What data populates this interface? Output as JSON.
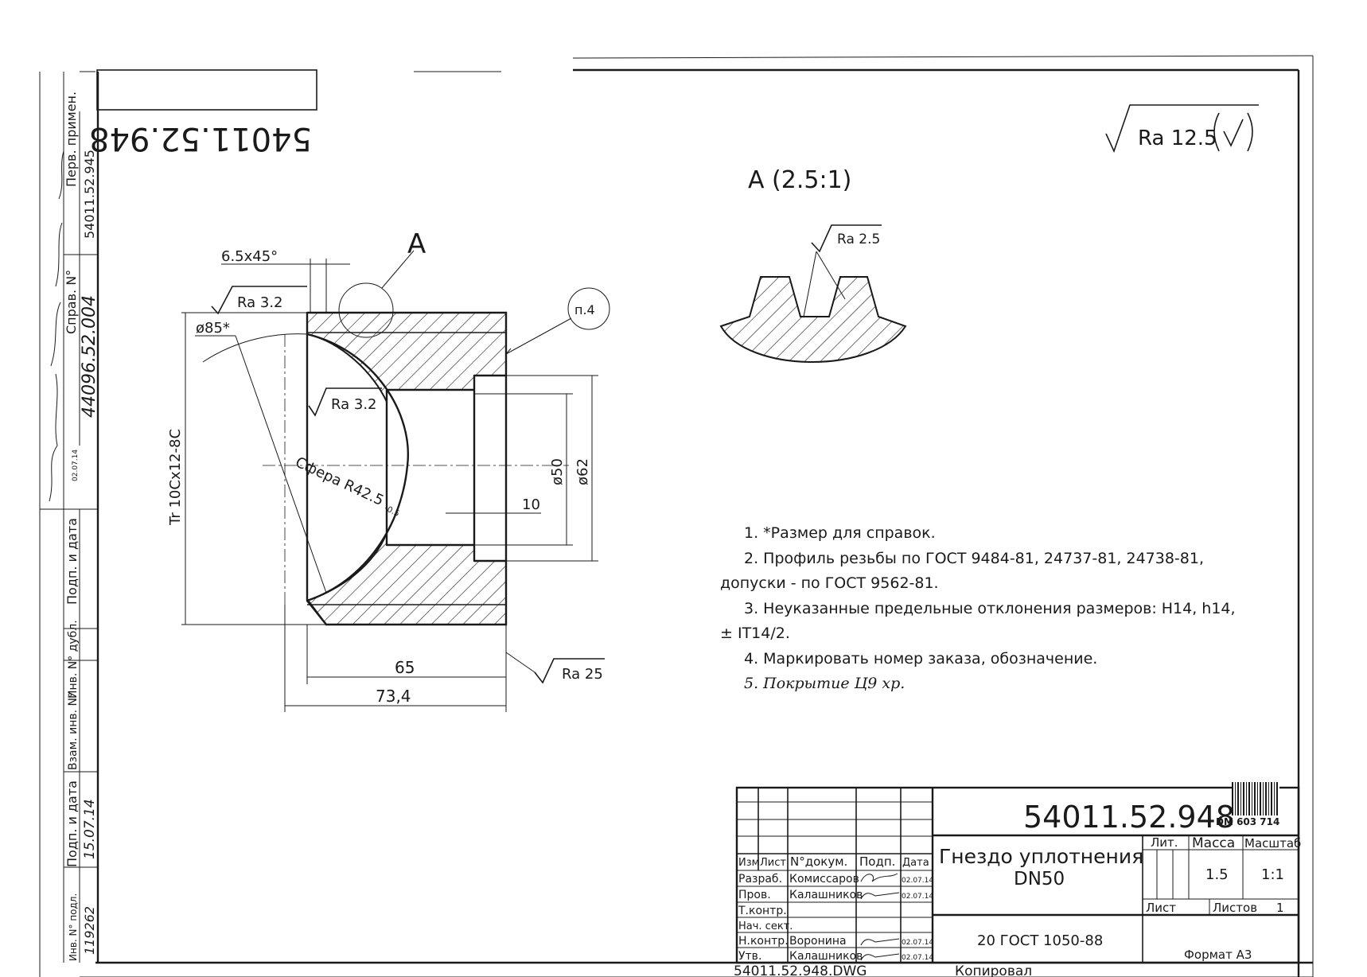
{
  "drawing": {
    "number": "54011.52.948",
    "number_mirrored": "54011.52.948",
    "title_line1": "Гнездо уплотнения",
    "title_line2": "DN50",
    "material": "20 ГОСТ 1050-88",
    "file_name": "54011.52.948.DWG",
    "copied": "Копировал",
    "format": "Формат А3",
    "stamp_code": "DM 603 714"
  },
  "roughness": {
    "general": "Ra 12.5",
    "bore": "Ra 3.2",
    "sphere": "Ra 3.2",
    "face": "Ra 25",
    "thread_profile": "Ra 2.5"
  },
  "view": {
    "callout_letter": "A",
    "detail_label": "A  (2.5:1)",
    "note_ref": "п.4"
  },
  "dimensions": {
    "chamfer": "6.5х45°",
    "sphere_dia": "ø85*",
    "thread": "Tr 10Cх12-8C",
    "sphere_radius": "Сфера R42.5",
    "sphere_tol": "-0.5",
    "bore_dia": "ø50",
    "outer_dia": "ø62",
    "recess_depth": "10",
    "length_inner": "65",
    "length_total": "73,4"
  },
  "notes": [
    "1. *Размер для справок.",
    "2. Профиль резьбы по ГОСТ 9484-81, 24737-81, 24738-81,",
    "допуски - по ГОСТ 9562-81.",
    "3. Неуказанные предельные отклонения размеров: H14, h14,",
    "± IT14/2.",
    "4. Маркировать номер заказа, обозначение.",
    "5. Покрытие Ц9 хр."
  ],
  "title_block": {
    "headers": {
      "izm": "Изм",
      "list": "Лист",
      "doc": "N°докум.",
      "sign": "Подп.",
      "date": "Дата"
    },
    "rows": [
      {
        "role": "Разраб.",
        "name": "Комиссаров",
        "date": "02.07.14"
      },
      {
        "role": "Пров.",
        "name": "Калашников",
        "date": "02.07.14"
      },
      {
        "role": "Т.контр.",
        "name": "",
        "date": ""
      },
      {
        "role": "Нач. сект.",
        "name": "",
        "date": ""
      },
      {
        "role": "Н.контр.",
        "name": "Воронина",
        "date": "02.07.14"
      },
      {
        "role": "Утв.",
        "name": "Калашников",
        "date": "02.07.14"
      }
    ],
    "lit_label": "Лит.",
    "mass_label": "Масса",
    "scale_label": "Масштаб",
    "mass": "1.5",
    "scale": "1:1",
    "sheet_label": "Лист",
    "sheets_label": "Листов",
    "sheets": "1"
  },
  "side_strip": {
    "perv_primen_label": "Перв. примен.",
    "perv_primen_value": "54011.52.945",
    "sprav_label": "Справ. N°",
    "sprav_value": "44096.52.004",
    "podp_data_label": "Подп. и дата",
    "vzam_label": "Взам. инв. N°",
    "inv_dubl_label": "Инв. N° дубл.",
    "podp_data_label2": "Подп. и дата",
    "podp_data_value2": "15.07.14",
    "inv_podl_label": "Инв. N° подл.",
    "inv_podl_value": "119262",
    "date_small": "02.07.14"
  }
}
